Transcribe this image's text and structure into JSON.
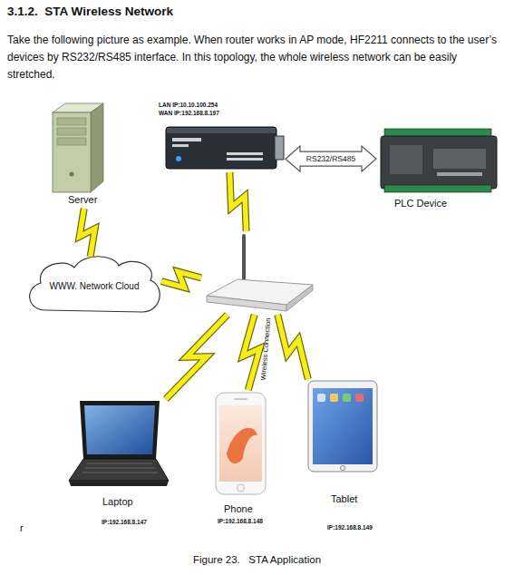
{
  "diagram": {
    "title": "3.1.2.  STA Wireless Network",
    "caption": "Figure 23.   STA Application",
    "nodes": [
      {
        "text": [
          "Server"
        ]
      },
      {
        "text": [
          "LAN IP:10.10.100.254",
          "WAN IP:192.168.8.197"
        ]
      },
      {
        "text": [
          "PLC Device"
        ]
      },
      {
        "text": [
          "WWW. Network Cloud"
        ]
      },
      {
        "text": []
      },
      {
        "text": [
          "Laptop",
          "IP:192.168.8.147"
        ]
      },
      {
        "text": [
          "Phone",
          "IP:192.168.8.148"
        ]
      },
      {
        "text": [
          "Tablet",
          "IP:192.168.8.149"
        ]
      }
    ],
    "edges": [
      {
        "from": 0,
        "to": 3,
        "arrow": "none"
      },
      {
        "from": 1,
        "to": 2,
        "label": "RS232/RS485",
        "arrow": "both"
      },
      {
        "from": 1,
        "to": 4,
        "arrow": "none"
      },
      {
        "from": 3,
        "to": 4,
        "arrow": "none"
      },
      {
        "from": 4,
        "to": 5,
        "arrow": "none"
      },
      {
        "from": 4,
        "to": 6,
        "label": "Wireless Connection",
        "arrow": "none"
      },
      {
        "from": 4,
        "to": 7,
        "arrow": "none"
      }
    ],
    "labels": [
      "Take the following picture as example. When router works in AP mode, HF2211 connects to the user’s devices by RS232/RS485 interface. In this topology, the whole wireless network can be easily stretched.",
      "r"
    ]
  }
}
